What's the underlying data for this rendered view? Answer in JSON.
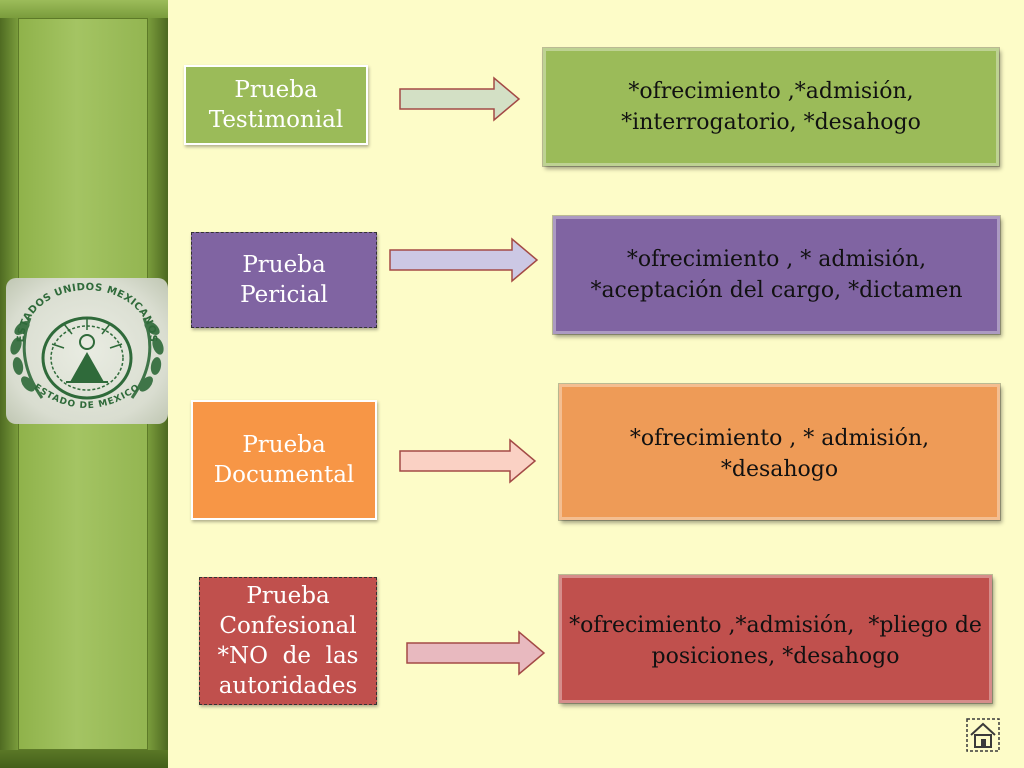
{
  "colors": {
    "background": "#fdfcc8",
    "testimonial": "#9bbb59",
    "pericial": "#8064a2",
    "documental": "#f79646",
    "confesional": "#c0504d",
    "testimonial_result": "#9bbb59",
    "pericial_result": "#8064a2",
    "documental_result": "#ee9b57",
    "confesional_result": "#c0504d"
  },
  "seal": {
    "top_text": "ESTADOS UNIDOS MEXICANOS",
    "bottom_text": "ESTADO DE MEXICO"
  },
  "rows": [
    {
      "label": [
        "Prueba",
        "Testimonial"
      ],
      "result": [
        "*ofrecimiento ,*admisión,",
        "*interrogatorio, *desahogo"
      ]
    },
    {
      "label": [
        "Prueba",
        "Pericial"
      ],
      "result": [
        "*ofrecimiento , * admisión,",
        "*aceptación del cargo, *dictamen"
      ]
    },
    {
      "label": [
        "Prueba",
        "Documental"
      ],
      "result": [
        "*ofrecimiento , * admisión,",
        "*desahogo"
      ]
    },
    {
      "label": [
        "Prueba",
        "Confesional",
        "*NO  de  las",
        "autoridades"
      ],
      "result": [
        "*ofrecimiento ,*admisión,  *pliego de",
        "posiciones, *desahogo"
      ]
    }
  ],
  "icons": {
    "home": "home-icon",
    "seal": "seal-emblem-icon"
  }
}
